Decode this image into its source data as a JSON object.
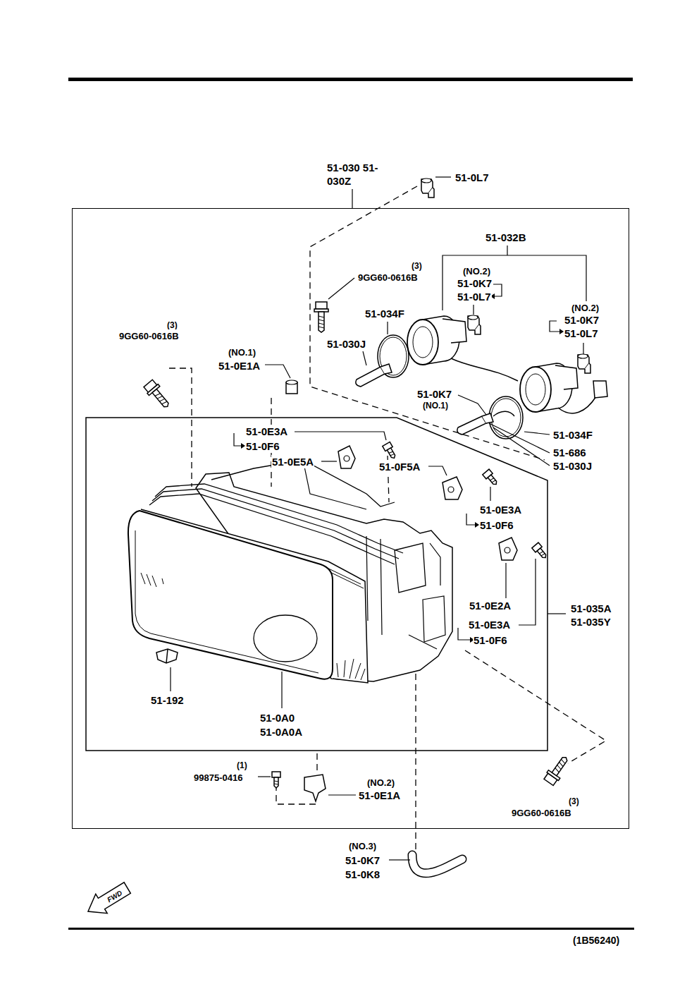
{
  "diagram": {
    "nodes": [
      {
        "text": [
          "51-030 51-030Z"
        ]
      },
      {
        "text": [
          "51-035A 51-035Y"
        ],
        "in": 0
      }
    ],
    "labels": [
      "51-0L7",
      "51-032B",
      "(NO.2)",
      "51-0K7",
      "51-0L7",
      "(NO.2)",
      "51-0K7",
      "51-0L7",
      "(3)",
      "9GG60-0616B",
      "51-034F",
      "51-030J",
      "(3)",
      "9GG60-0616B",
      "(NO.1)",
      "51-0E1A",
      "51-0K7",
      "(NO.1)",
      "51-034F",
      "51-686",
      "51-030J",
      "51-0E3A",
      "51-0F6",
      "51-0E5A",
      "51-0F5A",
      "51-0E3A",
      "51-0F6",
      "51-0E2A",
      "51-0E3A",
      "51-0F6",
      "51-192",
      "51-0A0",
      "51-0A0A",
      "(1)",
      "99875-0416",
      "(NO.2)",
      "51-0E1A",
      "(3)",
      "9GG60-0616B",
      "(NO.3)",
      "51-0K7",
      "51-0K8",
      "FWD",
      "(1B56240)"
    ]
  }
}
